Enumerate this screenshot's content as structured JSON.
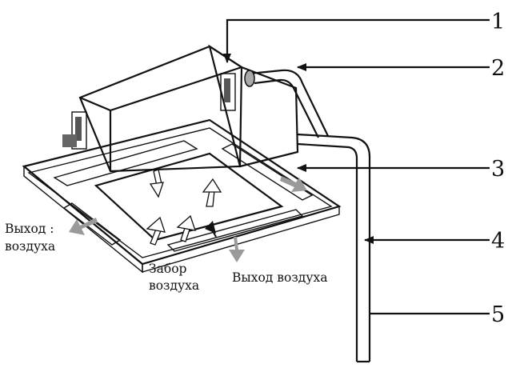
{
  "callouts": [
    {
      "number": "1"
    },
    {
      "number": "2"
    },
    {
      "number": "3"
    },
    {
      "number": "4"
    },
    {
      "number": "5"
    }
  ],
  "labels": {
    "air_outlet_left_line1": "Выход :",
    "air_outlet_left_line2": "воздуха",
    "air_intake_line1": "Забор",
    "air_intake_line2": "воздуха",
    "air_outlet_bottom": "Выход воздуха"
  }
}
